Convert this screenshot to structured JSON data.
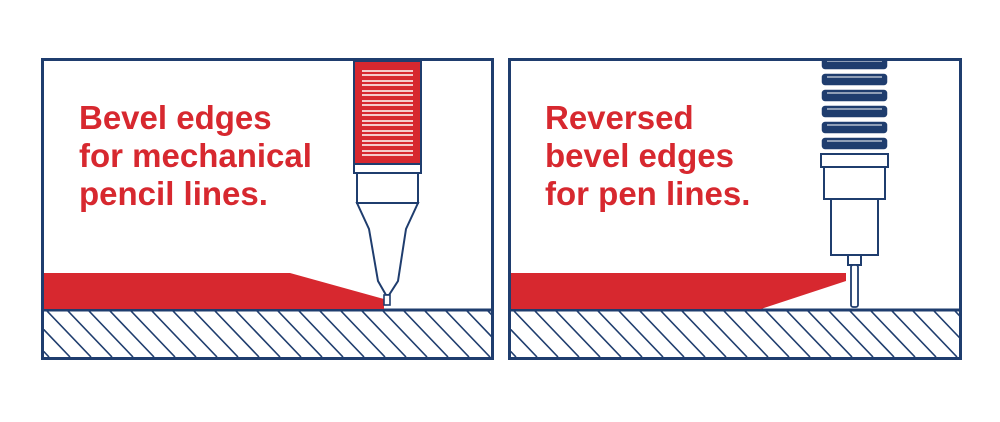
{
  "colors": {
    "red": "#d7282f",
    "navy": "#1f3d6e",
    "background": "#ffffff"
  },
  "panels": [
    {
      "id": "mechanical-pencil",
      "caption_lines": [
        "Bevel edges",
        "for mechanical",
        "pencil lines."
      ],
      "instrument": "mechanical-pencil",
      "instrument_color": "#d7282f"
    },
    {
      "id": "pen",
      "caption_lines": [
        "Reversed",
        "bevel edges",
        "for pen lines."
      ],
      "instrument": "technical-pen",
      "instrument_color": "#1f3d6e"
    }
  ]
}
